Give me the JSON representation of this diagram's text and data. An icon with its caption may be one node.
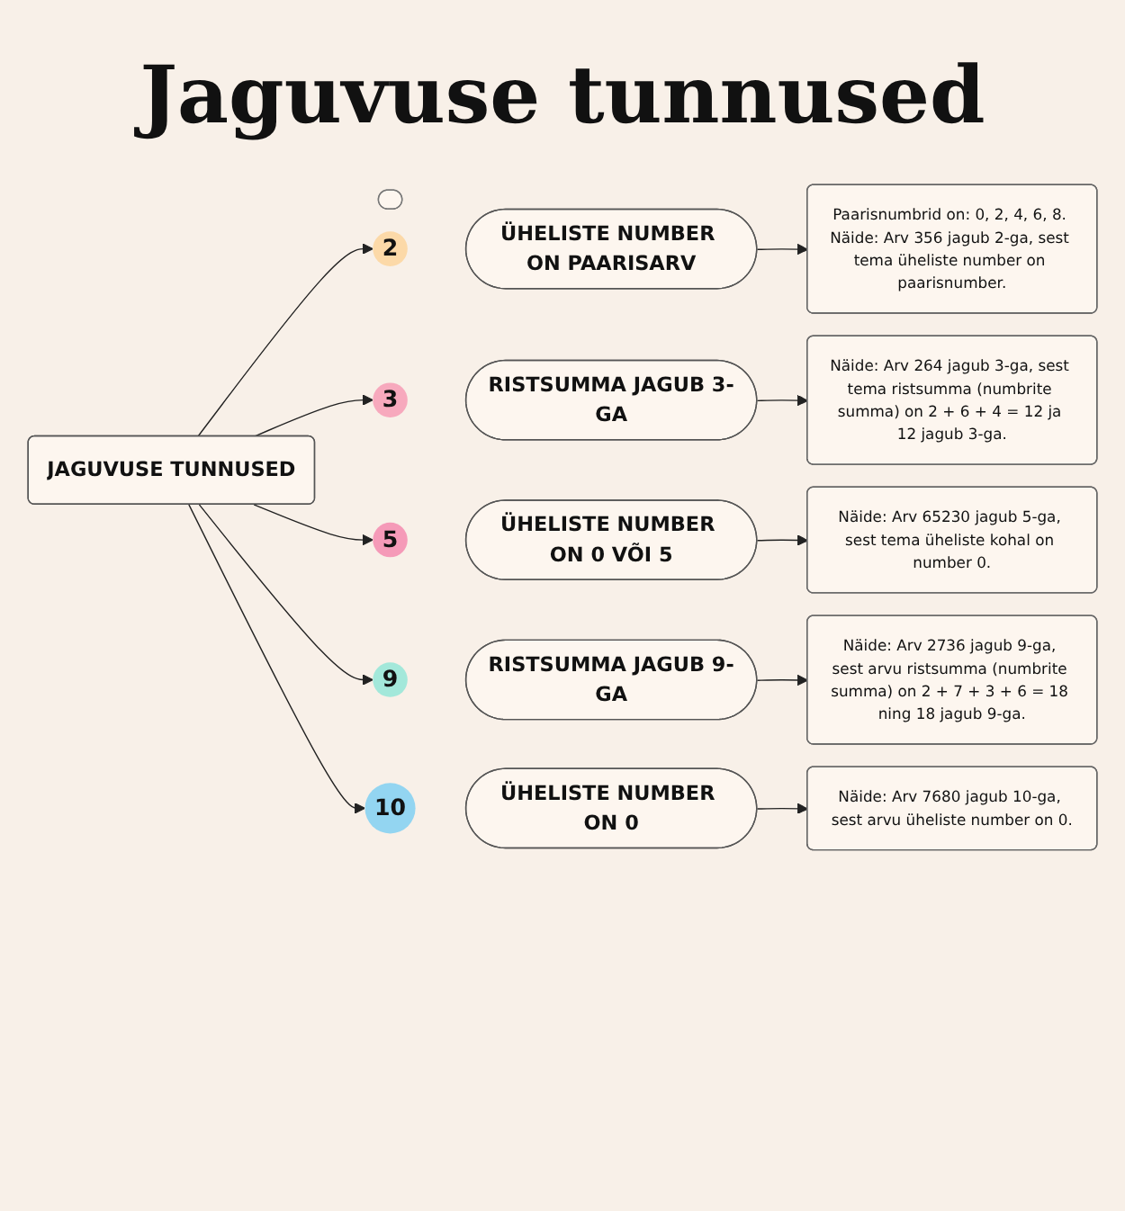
{
  "diagram": {
    "title": "Jaguvuse tunnused",
    "nodes": [
      {
        "text": [
          "JAGUVUSE TUNNUSED"
        ]
      },
      {
        "text": [],
        "shape": "box"
      },
      {
        "text": [
          "2"
        ]
      },
      {
        "text": [
          "ÜHELISTE NUMBER ON PAARISARV"
        ]
      },
      {
        "text": [
          "Paarisnumbrid on: 0, 2, 4, 6, 8. Näide: Arv 356 jagub 2-ga, sest tema üheliste number on paarisnumber."
        ]
      },
      {
        "text": [
          "3"
        ]
      },
      {
        "text": [
          "RISTSUMMA JAGUB 3-GA"
        ]
      },
      {
        "text": [
          "Näide: Arv 264 jagub 3-ga, sest tema ristsumma (numbrite summa) on 2 + 6 + 4 = 12 ja 12 jagub 3-ga."
        ]
      },
      {
        "text": [
          "5"
        ]
      },
      {
        "text": [
          "ÜHELISTE NUMBER ON 0 VÕI 5"
        ]
      },
      {
        "text": [
          "Näide: Arv 65230 jagub 5-ga, sest tema üheliste kohal on number 0."
        ]
      },
      {
        "text": [
          "9"
        ]
      },
      {
        "text": [
          "RISTSUMMA JAGUB 9-GA"
        ]
      },
      {
        "text": [
          "Näide: Arv 2736 jagub 9-ga, sest arvu ristsumma (numbrite summa) on 2 + 7 + 3 + 6 = 18 ning 18 jagub 9-ga."
        ]
      },
      {
        "text": [
          "10"
        ]
      },
      {
        "text": [
          "ÜHELISTE NUMBER ON 0"
        ]
      },
      {
        "text": [
          "Näide: Arv 7680 jagub 10-ga, sest arvu üheliste number on 0."
        ]
      }
    ],
    "edges": [
      {
        "from": 0,
        "to": 2,
        "arrow": "to"
      },
      {
        "from": 0,
        "to": 5,
        "arrow": "to"
      },
      {
        "from": 0,
        "to": 8,
        "arrow": "to"
      },
      {
        "from": 0,
        "to": 11,
        "arrow": "to"
      },
      {
        "from": 0,
        "to": 14,
        "arrow": "to"
      },
      {
        "from": 3,
        "to": 4,
        "arrow": "to"
      },
      {
        "from": 6,
        "to": 7,
        "arrow": "to"
      },
      {
        "from": 9,
        "to": 10,
        "arrow": "to"
      },
      {
        "from": 12,
        "to": 13,
        "arrow": "to"
      },
      {
        "from": 15,
        "to": 16,
        "arrow": "to"
      }
    ]
  }
}
